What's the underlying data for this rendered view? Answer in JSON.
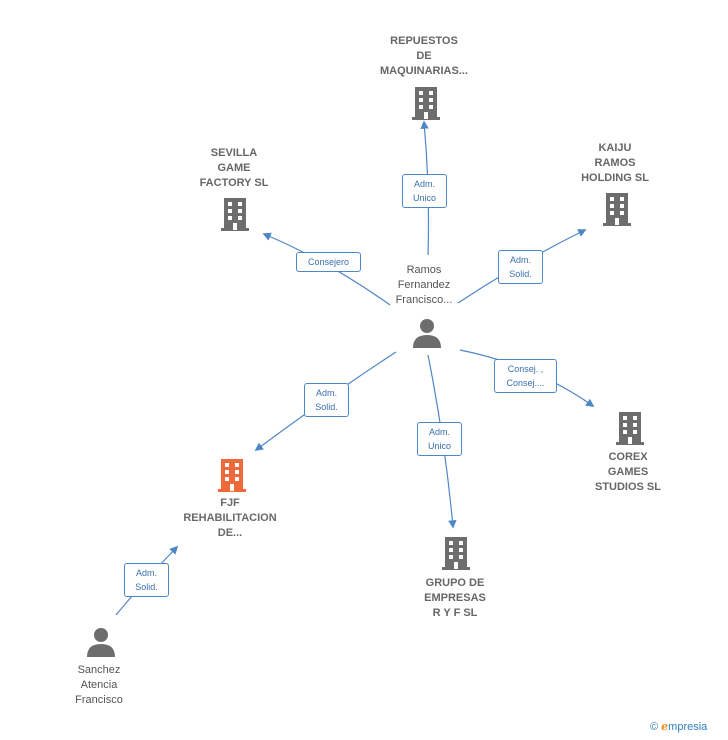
{
  "colors": {
    "edge": "#4f86c6",
    "building": "#6d6d6d",
    "building_focus": "#ef6a3a",
    "person": "#6d6d6d"
  },
  "nodes": {
    "repuestos": {
      "lines": [
        "REPUESTOS",
        "DE",
        "MAQUINARIAS..."
      ],
      "icon": "building-icon"
    },
    "sevilla": {
      "lines": [
        "SEVILLA",
        "GAME",
        "FACTORY  SL"
      ],
      "icon": "building-icon"
    },
    "kaiju": {
      "lines": [
        "KAIJU",
        "RAMOS",
        "HOLDING  SL"
      ],
      "icon": "building-icon"
    },
    "ramos": {
      "lines": [
        "Ramos",
        "Fernandez",
        "Francisco..."
      ],
      "icon": "person-icon"
    },
    "fjf": {
      "lines": [
        "FJF",
        "REHABILITACION",
        "DE..."
      ],
      "icon": "building-icon"
    },
    "corex": {
      "lines": [
        "COREX",
        "GAMES",
        "STUDIOS  SL"
      ],
      "icon": "building-icon"
    },
    "grupo": {
      "lines": [
        "GRUPO DE",
        "EMPRESAS",
        "R Y F  SL"
      ],
      "icon": "building-icon"
    },
    "sanchez": {
      "lines": [
        "Sanchez",
        "Atencia",
        "Francisco"
      ],
      "icon": "person-icon"
    }
  },
  "relations": {
    "repuestos": [
      "Adm.",
      "Unico"
    ],
    "sevilla": [
      "Consejero"
    ],
    "kaiju": [
      "Adm.",
      "Solid."
    ],
    "fjf": [
      "Adm.",
      "Solid."
    ],
    "corex": [
      "Consej. ,",
      "Consej...."
    ],
    "grupo": [
      "Adm.",
      "Unico"
    ],
    "sanchez": [
      "Adm.",
      "Solid."
    ]
  },
  "brand": {
    "copyright": "©",
    "name_initial": "e",
    "name_rest": "mpresia"
  }
}
